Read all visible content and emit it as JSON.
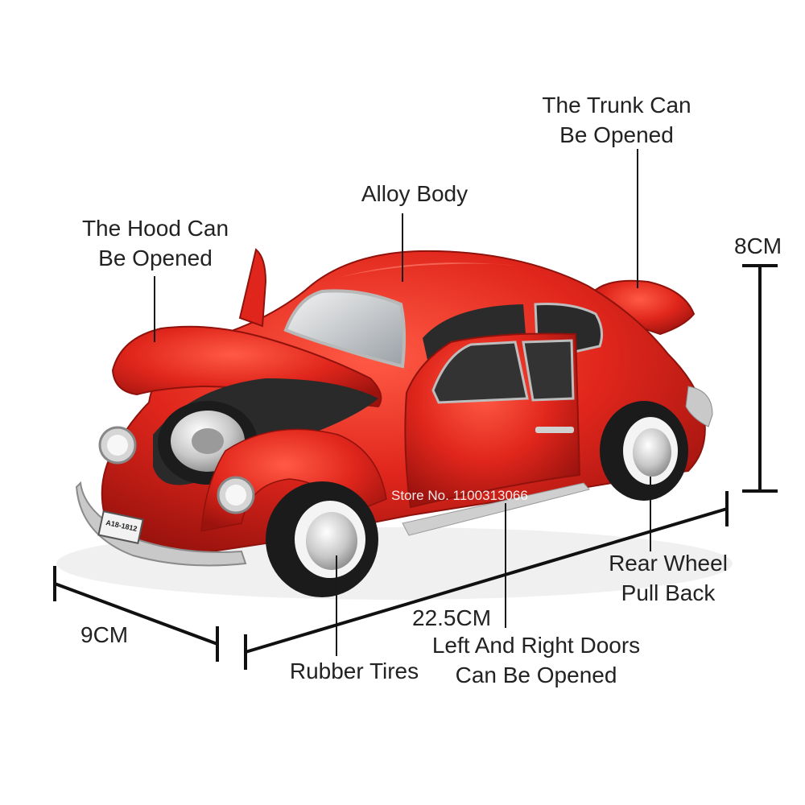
{
  "labels": {
    "trunk": [
      "The Trunk Can",
      "Be Opened"
    ],
    "alloy_body": "Alloy Body",
    "hood": [
      "The Hood Can",
      "Be Opened"
    ],
    "rear_wheel": [
      "Rear Wheel",
      "Pull Back"
    ],
    "rubber_tires": "Rubber Tires",
    "doors": [
      "Left And Right Doors",
      "Can Be Opened"
    ]
  },
  "dimensions": {
    "height": "8CM",
    "width": "9CM",
    "length": "22.5CM"
  },
  "license_plate": "A18-1812",
  "watermark": "Store No. 1100313066",
  "colors": {
    "car_body": "#e0261c",
    "car_shadow": "#a3150f",
    "chrome": "#c9c9c9",
    "tire": "#1b1b1b",
    "line": "#1a1a1a"
  }
}
